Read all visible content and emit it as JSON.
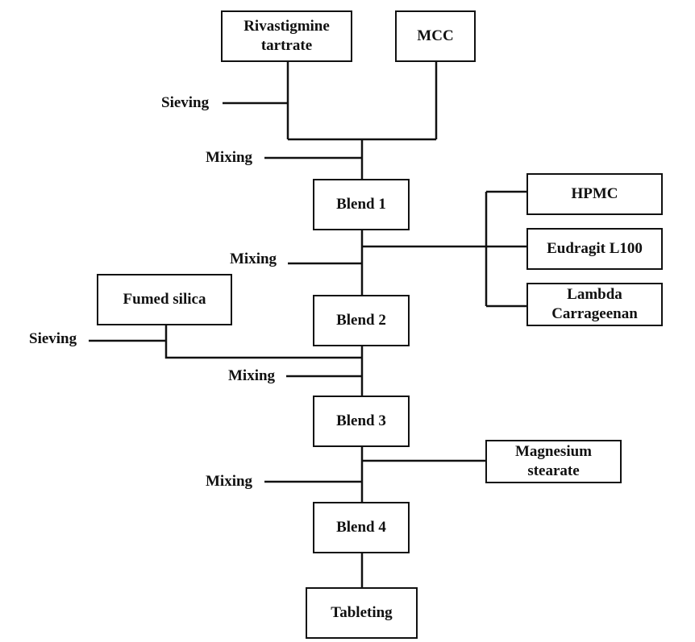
{
  "nodes": {
    "rivastigmine": "Rivastigmine\ntartrate",
    "mcc": "MCC",
    "blend1": "Blend 1",
    "hpmc": "HPMC",
    "eudragit": "Eudragit L100",
    "lambda": "Lambda\nCarrageenan",
    "fumed_silica": "Fumed silica",
    "blend2": "Blend 2",
    "blend3": "Blend 3",
    "magnesium": "Magnesium\nstearate",
    "blend4": "Blend 4",
    "tableting": "Tableting"
  },
  "steps": {
    "sieving_1": "Sieving",
    "mixing_1": "Mixing",
    "mixing_2": "Mixing",
    "sieving_2": "Sieving",
    "mixing_3": "Mixing",
    "mixing_4": "Mixing"
  },
  "colors": {
    "stroke": "#111111",
    "text": "#111111",
    "background": "#ffffff"
  }
}
